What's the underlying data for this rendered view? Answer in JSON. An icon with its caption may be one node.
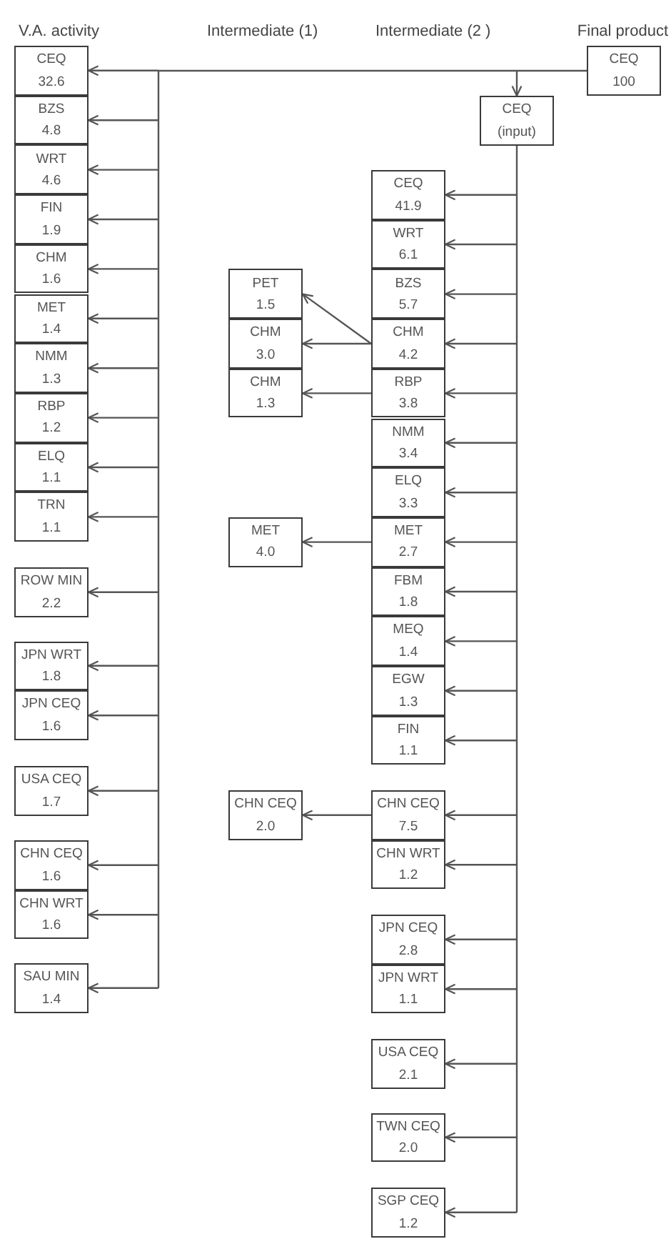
{
  "diagram": {
    "nodes": [
      {
        "text": [
          "CEQ",
          "32.6"
        ]
      },
      {
        "text": [
          "BZS",
          "4.8"
        ]
      },
      {
        "text": [
          "WRT",
          "4.6"
        ]
      },
      {
        "text": [
          "FIN",
          "1.9"
        ]
      },
      {
        "text": [
          "CHM",
          "1.6"
        ]
      },
      {
        "text": [
          "MET",
          "1.4"
        ]
      },
      {
        "text": [
          "NMM",
          "1.3"
        ]
      },
      {
        "text": [
          "RBP",
          "1.2"
        ]
      },
      {
        "text": [
          "ELQ",
          "1.1"
        ]
      },
      {
        "text": [
          "TRN",
          "1.1"
        ]
      },
      {
        "text": [
          "ROW MIN",
          "2.2"
        ]
      },
      {
        "text": [
          "JPN WRT",
          "1.8"
        ]
      },
      {
        "text": [
          "JPN CEQ",
          "1.6"
        ]
      },
      {
        "text": [
          "USA CEQ",
          "1.7"
        ]
      },
      {
        "text": [
          "CHN CEQ",
          "1.6"
        ]
      },
      {
        "text": [
          "CHN WRT",
          "1.6"
        ]
      },
      {
        "text": [
          "SAU MIN",
          "1.4"
        ]
      },
      {
        "text": [
          "PET",
          "1.5"
        ]
      },
      {
        "text": [
          "CHM",
          "3.0"
        ]
      },
      {
        "text": [
          "CHM",
          "1.3"
        ]
      },
      {
        "text": [
          "MET",
          "4.0"
        ]
      },
      {
        "text": [
          "CHN CEQ",
          "2.0"
        ]
      },
      {
        "text": [
          "CEQ",
          "(input)"
        ]
      },
      {
        "text": [
          "CEQ",
          "41.9"
        ]
      },
      {
        "text": [
          "WRT",
          "6.1"
        ]
      },
      {
        "text": [
          "BZS",
          "5.7"
        ]
      },
      {
        "text": [
          "CHM",
          "4.2"
        ]
      },
      {
        "text": [
          "RBP",
          "3.8"
        ]
      },
      {
        "text": [
          "NMM",
          "3.4"
        ]
      },
      {
        "text": [
          "ELQ",
          "3.3"
        ]
      },
      {
        "text": [
          "MET",
          "2.7"
        ]
      },
      {
        "text": [
          "FBM",
          "1.8"
        ]
      },
      {
        "text": [
          "MEQ",
          "1.4"
        ]
      },
      {
        "text": [
          "EGW",
          "1.3"
        ]
      },
      {
        "text": [
          "FIN",
          "1.1"
        ]
      },
      {
        "text": [
          "CHN CEQ",
          "7.5"
        ]
      },
      {
        "text": [
          "CHN WRT",
          "1.2"
        ]
      },
      {
        "text": [
          "JPN CEQ",
          "2.8"
        ]
      },
      {
        "text": [
          "JPN WRT",
          "1.1"
        ]
      },
      {
        "text": [
          "USA CEQ",
          "2.1"
        ]
      },
      {
        "text": [
          "TWN CEQ",
          "2.0"
        ]
      },
      {
        "text": [
          "SGP CEQ",
          "1.2"
        ]
      },
      {
        "text": [
          "CEQ",
          "100"
        ]
      }
    ],
    "edges": [
      {
        "from": 42,
        "to": 0,
        "arrow": "to"
      },
      {
        "from": 42,
        "to": 1,
        "arrow": "to"
      },
      {
        "from": 42,
        "to": 2,
        "arrow": "to"
      },
      {
        "from": 42,
        "to": 3,
        "arrow": "to"
      },
      {
        "from": 42,
        "to": 4,
        "arrow": "to"
      },
      {
        "from": 42,
        "to": 5,
        "arrow": "to"
      },
      {
        "from": 42,
        "to": 6,
        "arrow": "to"
      },
      {
        "from": 42,
        "to": 7,
        "arrow": "to"
      },
      {
        "from": 42,
        "to": 8,
        "arrow": "to"
      },
      {
        "from": 42,
        "to": 9,
        "arrow": "to"
      },
      {
        "from": 42,
        "to": 10,
        "arrow": "to"
      },
      {
        "from": 42,
        "to": 11,
        "arrow": "to"
      },
      {
        "from": 42,
        "to": 12,
        "arrow": "to"
      },
      {
        "from": 42,
        "to": 13,
        "arrow": "to"
      },
      {
        "from": 42,
        "to": 14,
        "arrow": "to"
      },
      {
        "from": 42,
        "to": 15,
        "arrow": "to"
      },
      {
        "from": 42,
        "to": 16,
        "arrow": "to"
      },
      {
        "from": 42,
        "to": 22,
        "arrow": "to"
      },
      {
        "from": 22,
        "to": 23,
        "arrow": "to"
      },
      {
        "from": 22,
        "to": 24,
        "arrow": "to"
      },
      {
        "from": 22,
        "to": 25,
        "arrow": "to"
      },
      {
        "from": 22,
        "to": 26,
        "arrow": "to"
      },
      {
        "from": 22,
        "to": 27,
        "arrow": "to"
      },
      {
        "from": 22,
        "to": 28,
        "arrow": "to"
      },
      {
        "from": 22,
        "to": 29,
        "arrow": "to"
      },
      {
        "from": 22,
        "to": 30,
        "arrow": "to"
      },
      {
        "from": 22,
        "to": 31,
        "arrow": "to"
      },
      {
        "from": 22,
        "to": 32,
        "arrow": "to"
      },
      {
        "from": 22,
        "to": 33,
        "arrow": "to"
      },
      {
        "from": 22,
        "to": 34,
        "arrow": "to"
      },
      {
        "from": 22,
        "to": 35,
        "arrow": "to"
      },
      {
        "from": 22,
        "to": 36,
        "arrow": "to"
      },
      {
        "from": 22,
        "to": 37,
        "arrow": "to"
      },
      {
        "from": 22,
        "to": 38,
        "arrow": "to"
      },
      {
        "from": 22,
        "to": 39,
        "arrow": "to"
      },
      {
        "from": 22,
        "to": 40,
        "arrow": "to"
      },
      {
        "from": 22,
        "to": 41,
        "arrow": "to"
      },
      {
        "from": 26,
        "to": 17,
        "arrow": "to"
      },
      {
        "from": 26,
        "to": 18,
        "arrow": "to"
      },
      {
        "from": 27,
        "to": 19,
        "arrow": "to"
      },
      {
        "from": 30,
        "to": 20,
        "arrow": "to"
      },
      {
        "from": 35,
        "to": 21,
        "arrow": "to"
      }
    ],
    "labels": [
      "V.A. activity",
      "Intermediate (1)",
      "Intermediate (2 )",
      "Final product"
    ]
  }
}
